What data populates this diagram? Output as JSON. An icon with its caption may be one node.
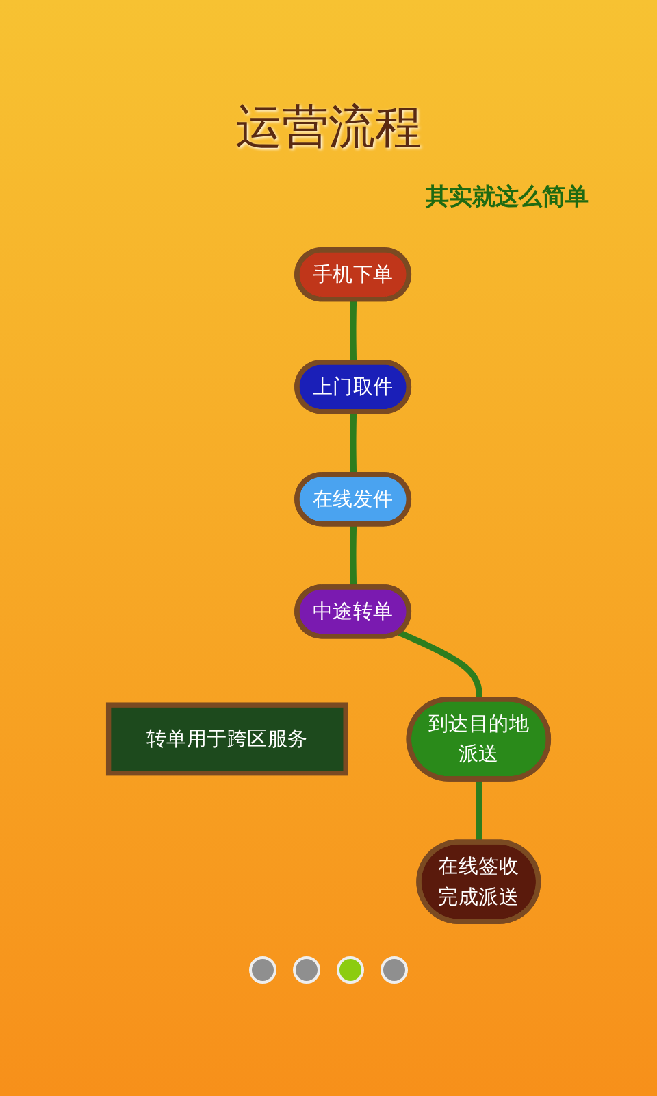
{
  "diagram": {
    "title": "运营流程",
    "nodes": [
      {
        "text": [
          "手机下单"
        ]
      },
      {
        "text": [
          "上门取件"
        ]
      },
      {
        "text": [
          "在线发件"
        ]
      },
      {
        "text": [
          "中途转单"
        ]
      },
      {
        "text": [
          "转单用于跨区服务"
        ]
      },
      {
        "text": [
          "到达目的地",
          "派送"
        ]
      },
      {
        "text": [
          "在线签收",
          "完成派送"
        ]
      }
    ],
    "edges": [
      {
        "from": 0,
        "to": 1,
        "arrow": "none"
      },
      {
        "from": 1,
        "to": 2,
        "arrow": "none"
      },
      {
        "from": 2,
        "to": 3,
        "arrow": "none"
      },
      {
        "from": 3,
        "to": 5,
        "arrow": "none"
      },
      {
        "from": 5,
        "to": 6,
        "arrow": "none"
      }
    ],
    "labels": [
      "其实就这么简单"
    ]
  }
}
